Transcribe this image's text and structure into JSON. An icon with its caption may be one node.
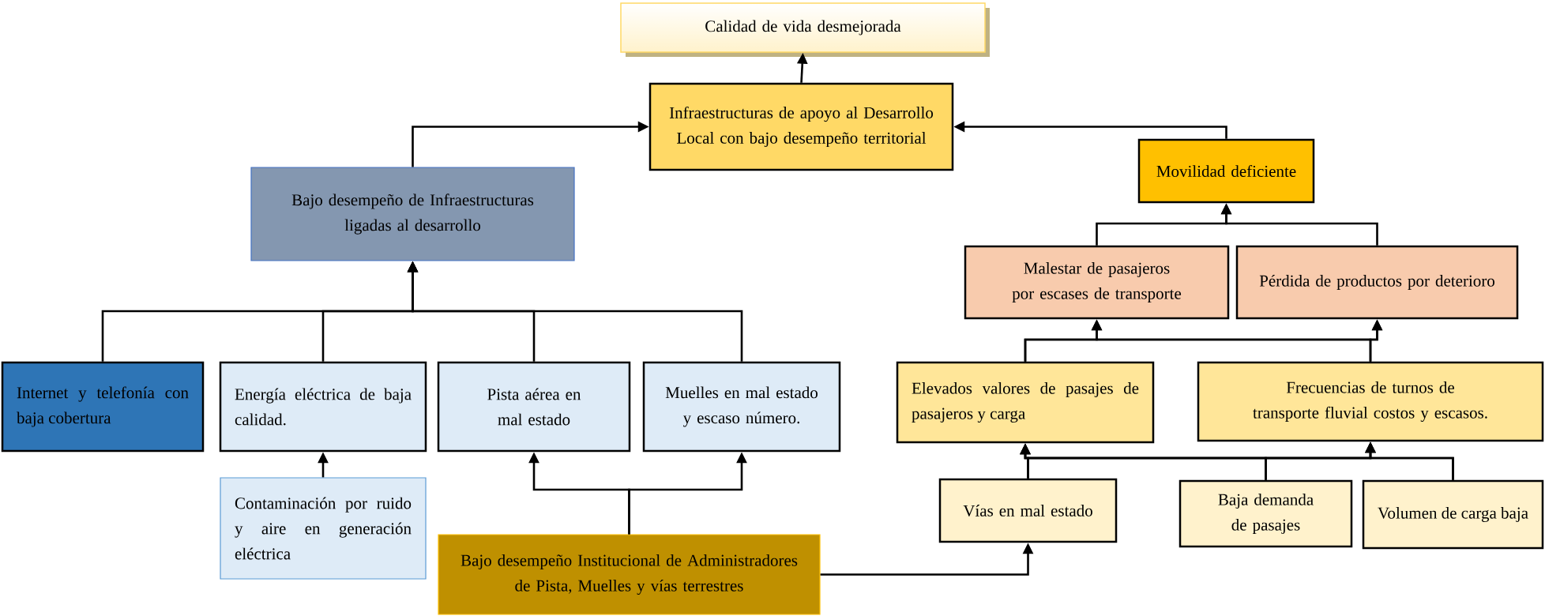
{
  "diagram": {
    "nodes": [
      {
        "text": [
          "Calidad de vida desmejorada"
        ]
      },
      {
        "text": [
          "Infraestructuras de apoyo al Desarrollo Local con bajo desempeño territorial"
        ]
      },
      {
        "text": [
          "Bajo desempeño de Infraestructuras ligadas al desarrollo"
        ]
      },
      {
        "text": [
          "Movilidad deficiente"
        ]
      },
      {
        "text": [
          "Malestar de pasajeros por escases de transporte"
        ]
      },
      {
        "text": [
          "Pérdida de productos por deterioro"
        ]
      },
      {
        "text": [
          "Internet y telefonía con baja cobertura"
        ]
      },
      {
        "text": [
          "Energía eléctrica de baja calidad."
        ]
      },
      {
        "text": [
          "Pista aérea en mal estado"
        ]
      },
      {
        "text": [
          "Muelles en mal estado y escaso número."
        ]
      },
      {
        "text": [
          "Contaminación por ruido y aire en generación eléctrica"
        ]
      },
      {
        "text": [
          "Bajo desempeño Institucional de Administradores de Pista, Muelles y vías terrestres"
        ]
      },
      {
        "text": [
          "Elevados valores de pasajes de pasajeros y carga"
        ]
      },
      {
        "text": [
          "Frecuencias de turnos de transporte fluvial costos y escasos."
        ]
      },
      {
        "text": [
          "Vías en mal estado"
        ]
      },
      {
        "text": [
          "Baja demanda de pasajes"
        ]
      },
      {
        "text": [
          "Volumen de carga baja"
        ]
      }
    ],
    "edges": [
      {
        "from": 1,
        "to": 0,
        "arrow": "to"
      },
      {
        "from": 2,
        "to": 1,
        "arrow": "to"
      },
      {
        "from": 3,
        "to": 1,
        "arrow": "to"
      },
      {
        "from": 4,
        "to": 3,
        "arrow": "to"
      },
      {
        "from": 5,
        "to": 3,
        "arrow": "to"
      },
      {
        "from": 6,
        "to": 2,
        "arrow": "to"
      },
      {
        "from": 7,
        "to": 2,
        "arrow": "to"
      },
      {
        "from": 8,
        "to": 2,
        "arrow": "to"
      },
      {
        "from": 9,
        "to": 2,
        "arrow": "to"
      },
      {
        "from": 10,
        "to": 7,
        "arrow": "to"
      },
      {
        "from": 11,
        "to": 8,
        "arrow": "to"
      },
      {
        "from": 11,
        "to": 9,
        "arrow": "to"
      },
      {
        "from": 11,
        "to": 14,
        "arrow": "to"
      },
      {
        "from": 12,
        "to": 4,
        "arrow": "to"
      },
      {
        "from": 12,
        "to": 5,
        "arrow": "to"
      },
      {
        "from": 13,
        "to": 4,
        "arrow": "to"
      },
      {
        "from": 13,
        "to": 5,
        "arrow": "to"
      },
      {
        "from": 14,
        "to": 12,
        "arrow": "to"
      },
      {
        "from": 14,
        "to": 13,
        "arrow": "to"
      },
      {
        "from": 15,
        "to": 12,
        "arrow": "to"
      },
      {
        "from": 15,
        "to": 13,
        "arrow": "to"
      },
      {
        "from": 16,
        "to": 12,
        "arrow": "to"
      },
      {
        "from": 16,
        "to": 13,
        "arrow": "to"
      }
    ]
  }
}
